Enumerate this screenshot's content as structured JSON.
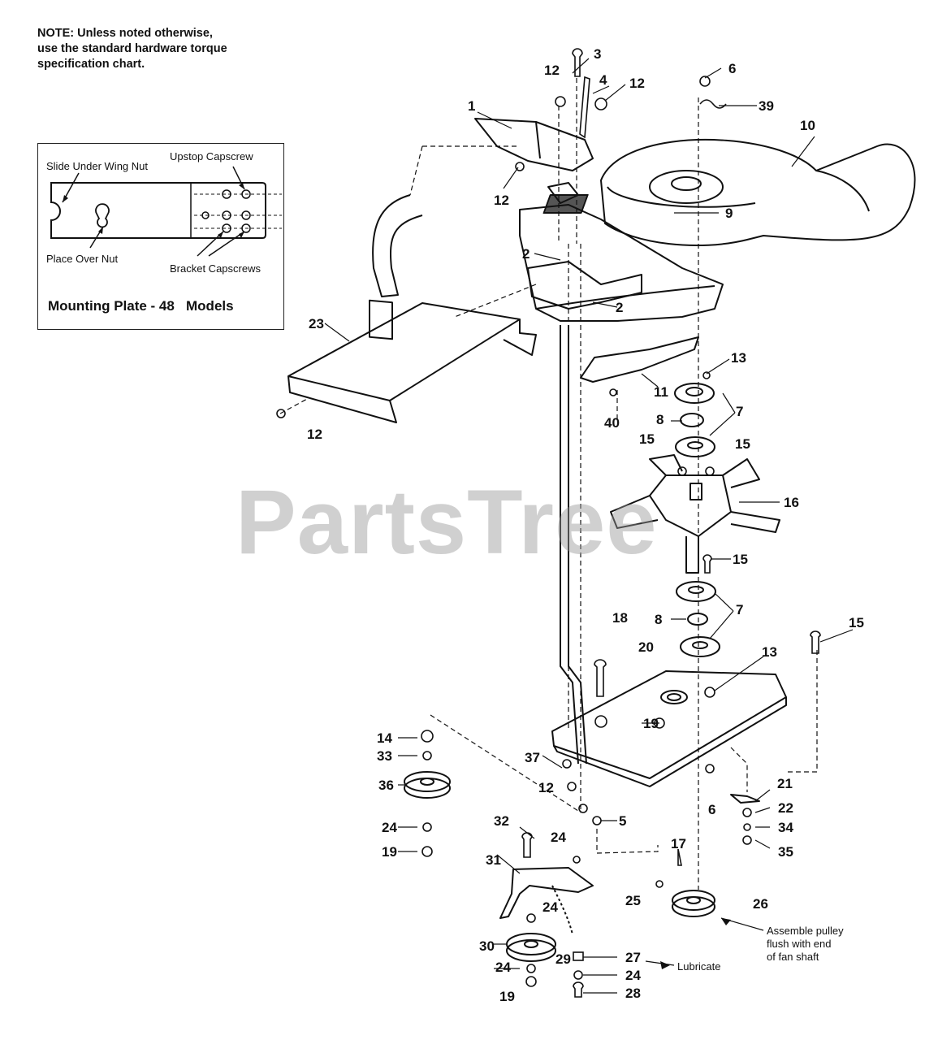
{
  "note": {
    "line1": "NOTE: Unless noted otherwise,",
    "line2": "use the standard hardware torque",
    "line3": "specification chart."
  },
  "inset": {
    "title": "Mounting Plate - 48   Models",
    "slide_under": "Slide Under Wing Nut",
    "upstop": "Upstop Capscrew",
    "place_over": "Place Over Nut",
    "bracket": "Bracket Capscrews"
  },
  "annotations": {
    "assemble_line1": "Assemble pulley",
    "assemble_line2": "flush with end",
    "assemble_line3": "of fan shaft",
    "lubricate": "Lubricate"
  },
  "watermark": "PartsTree",
  "callouts": {
    "c1": "1",
    "c2a": "2",
    "c2b": "2",
    "c3": "3",
    "c4": "4",
    "c5": "5",
    "c6a": "6",
    "c6b": "6",
    "c7a": "7",
    "c7b": "7",
    "c8a": "8",
    "c8b": "8",
    "c9": "9",
    "c10": "10",
    "c11": "11",
    "c12a": "12",
    "c12b": "12",
    "c12c": "12",
    "c12d": "12",
    "c12e": "12",
    "c13a": "13",
    "c13b": "13",
    "c14": "14",
    "c15a": "15",
    "c15b": "15",
    "c15c": "15",
    "c15d": "15",
    "c16": "16",
    "c17": "17",
    "c18": "18",
    "c19a": "19",
    "c19b": "19",
    "c19c": "19",
    "c20": "20",
    "c21": "21",
    "c22": "22",
    "c23": "23",
    "c24a": "24",
    "c24b": "24",
    "c24c": "24",
    "c24d": "24",
    "c24e": "24",
    "c25": "25",
    "c26": "26",
    "c27": "27",
    "c28": "28",
    "c29": "29",
    "c30": "30",
    "c31": "31",
    "c32": "32",
    "c33": "33",
    "c34": "34",
    "c35": "35",
    "c36": "36",
    "c37": "37",
    "c39": "39",
    "c40": "40"
  },
  "colors": {
    "line": "#111111",
    "watermark": "#969696"
  }
}
